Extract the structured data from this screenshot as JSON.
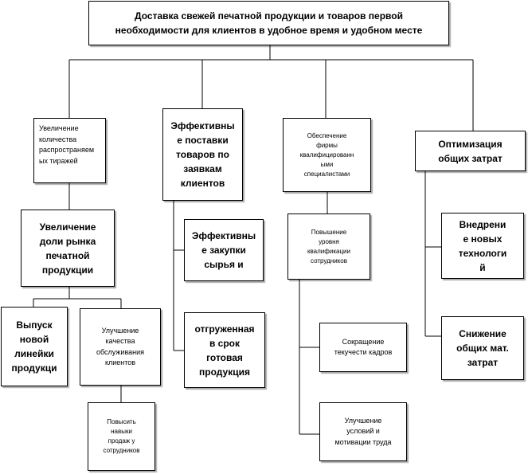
{
  "nodes": {
    "root": "Доставка свежей печатной продукции и товаров первой\nнеобходимости для клиентов в удобное время и удобном месте",
    "circulation": "Увеличение\nколичества\nраспространяем\nых тиражей",
    "delivery": "Эффективны\nе поставки\nтоваров по\nзаявкам\nклиентов",
    "staff": "Обеспечение\nфирмы\nквалифицированн\nыми\nспециалистами",
    "costs": "Оптимизация\nобщих затрат",
    "market_share": "Увеличение\nдоли рынка\nпечатной\nпродукции",
    "new_line": "Выпуск\nновой\nлинейки\nпродукци",
    "service": "Улучшение\nкачества\nобслуживания\nклиентов",
    "sales_skills": "Повысить\nнавыки\nпродаж у\nсотрудников",
    "purchases": "Эффективны\nе закупки\nсырья и",
    "shipped": "отгруженная\nв срок\nготовая\nпродукция",
    "qualification": "Повышение\nуровня\nквалификации\nсотрудников",
    "turnover": "Сокращение\nтекучести кадров",
    "motivation": "Улучшение\nусловий и\nмотивации труда",
    "tech": "Внедрени\nе новых\nтехнологи\nй",
    "mat_costs": "Снижение\nобщих мат.\nзатрат"
  }
}
